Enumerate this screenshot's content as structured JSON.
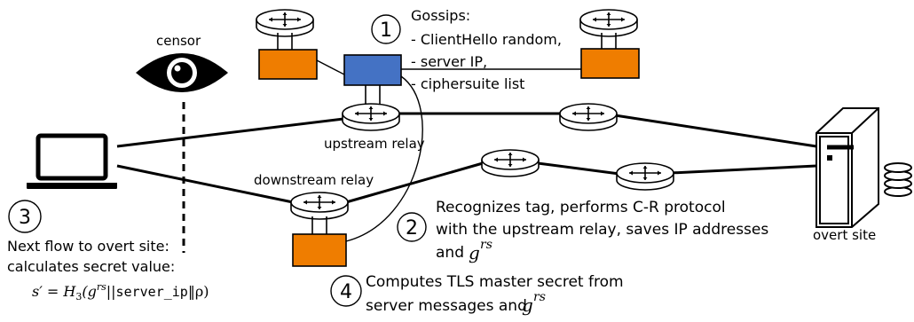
{
  "colors": {
    "decoy_box": "#ef7d00",
    "main_box": "#4472c4",
    "stroke": "#000000",
    "router_fill": "#ffffff"
  },
  "labels": {
    "censor": "censor",
    "upstream_relay": "upstream relay",
    "downstream_relay": "downstream relay",
    "overt_site": "overt site"
  },
  "step1": {
    "number": "1",
    "heading": "Gossips:",
    "items": [
      "- ClientHello random,",
      "- server IP,",
      "- ciphersuite list"
    ]
  },
  "step2": {
    "number": "2",
    "lines": [
      "Recognizes tag, performs C-R protocol",
      "with the upstream relay, saves IP addresses",
      "and"
    ],
    "formula": {
      "base": "g",
      "sup": "rs"
    }
  },
  "step3": {
    "number": "3",
    "lines": [
      "Next flow to overt site:",
      "calculates secret value:"
    ],
    "formula": {
      "lhs": "s′ = H",
      "sub": "3",
      "open": "(g",
      "sup": "rs",
      "mid": "||",
      "mono": "server_ip",
      "end": "‖ρ)"
    }
  },
  "step4": {
    "number": "4",
    "lines": [
      "Computes TLS master secret from",
      "server messages and"
    ],
    "formula": {
      "base": "g",
      "sup": "rs"
    }
  },
  "icons": {
    "eye": "eye-icon",
    "laptop": "laptop-icon",
    "server": "server-icon",
    "router": "router-icon"
  }
}
